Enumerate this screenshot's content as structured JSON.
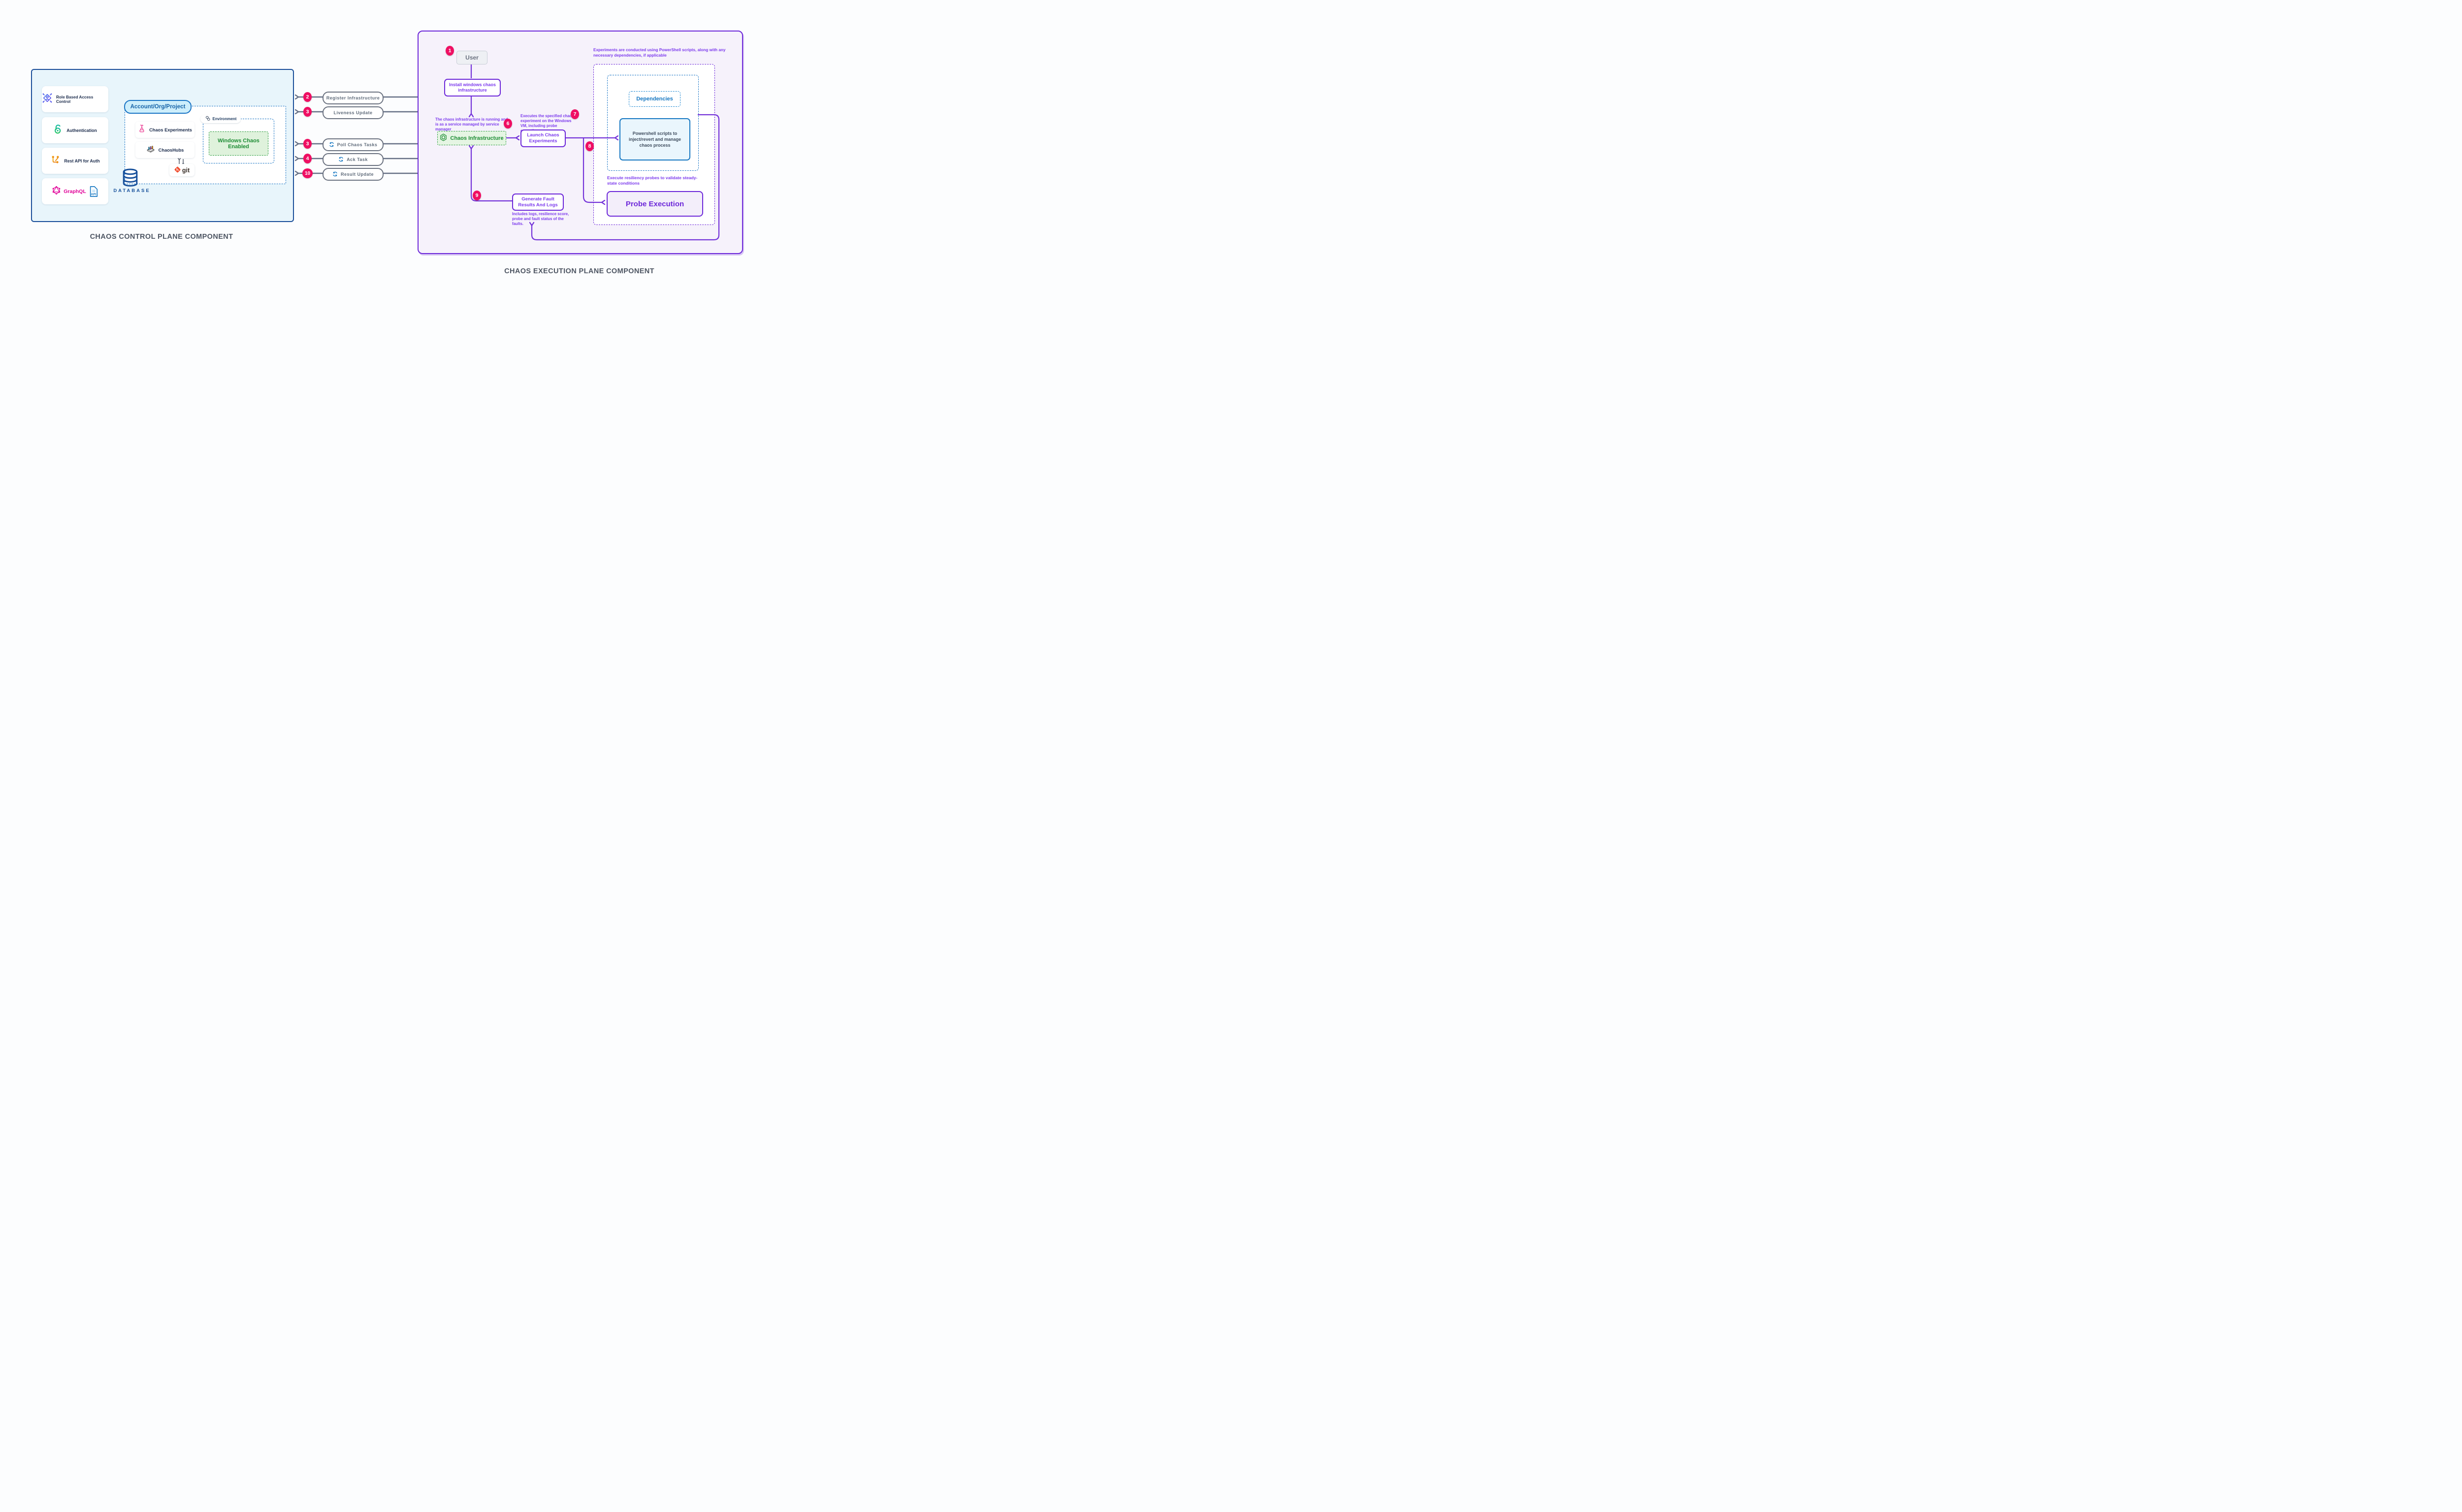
{
  "colors": {
    "pink_badge": "#ef0f63",
    "purple": "#6d28d9",
    "purple_text": "#7c3aed",
    "slate_arrow": "#667085",
    "green": "#1d8c34",
    "blue": "#1778c2",
    "navy": "#17509b",
    "left_panel_bg": "#e8f5fb",
    "right_panel_bg": "#f6f2fb",
    "graphql_pink": "#e10098"
  },
  "control_plane": {
    "title": "CHAOS CONTROL PLANE COMPONENT",
    "cards": [
      {
        "label": "Role Based Access Control",
        "icon": "rbac-icon"
      },
      {
        "label": "Authentication",
        "icon": "open-lock-icon"
      },
      {
        "label": "Rest API for Auth",
        "icon": "api-graph-icon"
      },
      {
        "label": "GraphQL",
        "icon": "graphql-icon",
        "side_icon": "api-doc-icon",
        "side_label": "API"
      }
    ],
    "account_pill": "Account/Org/Project",
    "chaos_experiments": "Chaos Experiments",
    "chaoshubs": "ChaosHubs",
    "git_label": "git",
    "environment_label": "Environment",
    "windows_chaos": "Windows Chaos Enabled",
    "database_label": "DATABASE"
  },
  "connectors": [
    {
      "badge": "2",
      "label": "Register Infrastructure",
      "has_sync_icon": false
    },
    {
      "badge": "3",
      "label": "Liveness Update",
      "has_sync_icon": false
    },
    {
      "badge": "3",
      "label": "Poll Chaos Tasks",
      "has_sync_icon": true
    },
    {
      "badge": "4",
      "label": "Ack Task",
      "has_sync_icon": true
    },
    {
      "badge": "10",
      "label": "Result Update",
      "has_sync_icon": true
    }
  ],
  "execution_plane": {
    "title": "CHAOS EXECUTION PLANE COMPONENT",
    "badge_user": "1",
    "user_label": "User",
    "install_label": "Install windows chaos infrastructure",
    "running_note": "The chaos infrastructure is running and is as a service managed by service manager",
    "badge_running": "6",
    "chaos_infrastructure": "Chaos Infrastructure",
    "executes_note": "Executes the specified chaos experiment on the Windows VM, including probe execution",
    "badge_executes": "7",
    "launch_label": "Launch Chaos Experiments",
    "badge_scripts": "8",
    "powershell_note": "Experiments are conducted using PowerShell scripts, along with any necessary dependencies, if applicable",
    "dependencies_label": "Dependencies",
    "powershell_box": "Powershell scripts to inject/revert and manage chaos process",
    "probe_note": "Execute resiliency probes to validate steady-state conditions",
    "probe_execution": "Probe Execution",
    "badge_results": "9",
    "generate_results": "Generate Fault Results And Logs",
    "results_note": "Includes logs, resilience score, probe and fault status of the faults."
  }
}
